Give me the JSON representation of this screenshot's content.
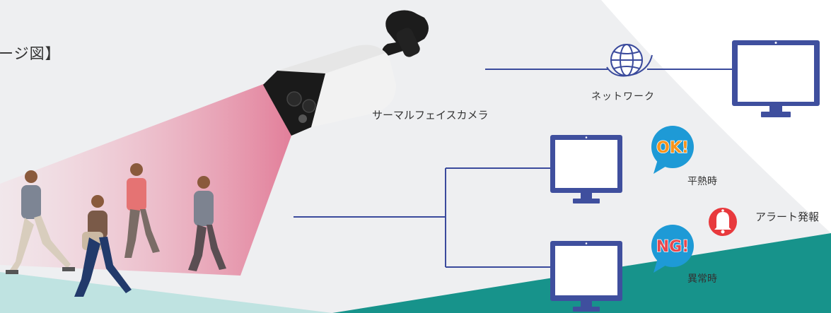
{
  "title": "ージ図】",
  "camera": {
    "label": "サーマルフェイスカメラ"
  },
  "network": {
    "label": "ネットワーク",
    "icon": "globe-icon"
  },
  "status": {
    "ok": {
      "badge": "OK!",
      "label": "平熱時"
    },
    "ng": {
      "badge": "NG!",
      "label": "異常時"
    },
    "alert": {
      "label": "アラート発報",
      "icon": "bell-icon"
    }
  },
  "colors": {
    "line": "#3a4a9c",
    "monitor": "#3f4f9e",
    "teal": "#17938b",
    "bubble": "#1e9ad6",
    "ok_text": "#f7941d",
    "ng_text": "#e8484f",
    "bell": "#e8393d",
    "cone": "#e3839c",
    "background": "#eeeff1"
  }
}
